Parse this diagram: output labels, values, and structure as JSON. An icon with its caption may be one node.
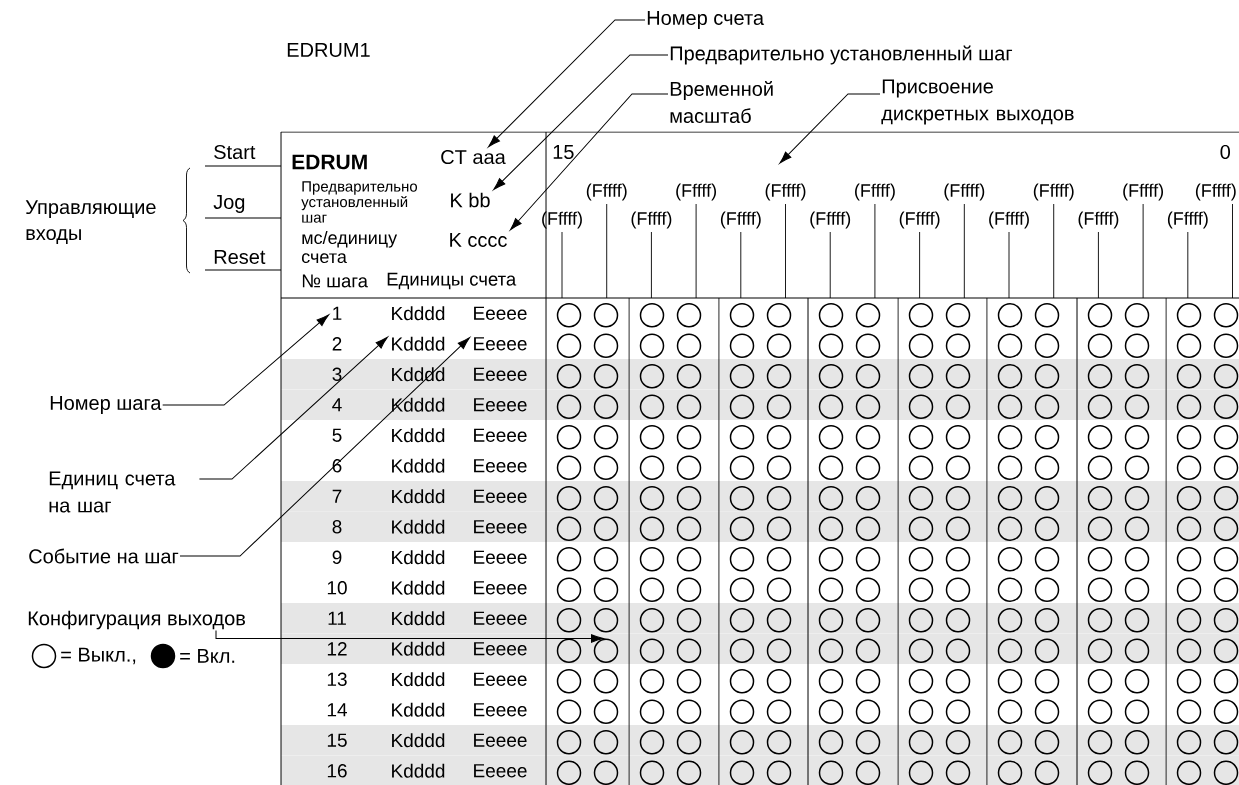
{
  "diagram": {
    "nodes": [
      {
        "text": [
          "Номер счета"
        ]
      },
      {
        "text": [
          "Предварительно установленный шаг"
        ]
      },
      {
        "text": [
          "Временной масштаб"
        ]
      },
      {
        "text": [
          "Присвоение дискретных выходов"
        ]
      },
      {
        "text": [
          "CT  aaa"
        ]
      },
      {
        "text": [
          "K bb"
        ]
      },
      {
        "text": [
          "K cccc"
        ]
      },
      {
        "text": [
          "Номер шага"
        ]
      },
      {
        "text": [
          "Единиц счета на шаг"
        ]
      },
      {
        "text": [
          "Событие на шаг"
        ]
      },
      {
        "text": [
          "Конфигурация выходов"
        ]
      },
      {
        "text": [
          "1"
        ]
      },
      {
        "text": [
          "Kdddd"
        ]
      },
      {
        "text": [
          "Eeeee"
        ]
      },
      {
        "text": [],
        "shape": "circle"
      },
      {
        "text": [],
        "shape": "circle"
      },
      {
        "text": [],
        "shape": "circle"
      },
      {
        "text": [],
        "shape": "circle"
      },
      {
        "text": [],
        "shape": "circle"
      },
      {
        "text": [],
        "shape": "circle"
      },
      {
        "text": [],
        "shape": "circle"
      },
      {
        "text": [],
        "shape": "circle"
      },
      {
        "text": [],
        "shape": "circle"
      },
      {
        "text": [],
        "shape": "circle"
      },
      {
        "text": [],
        "shape": "circle"
      },
      {
        "text": [],
        "shape": "circle"
      },
      {
        "text": [],
        "shape": "circle"
      },
      {
        "text": [],
        "shape": "circle"
      },
      {
        "text": [],
        "shape": "circle"
      },
      {
        "text": [],
        "shape": "circle"
      },
      {
        "text": [],
        "shape": "circle"
      },
      {
        "text": [],
        "shape": "circle"
      },
      {
        "text": [],
        "shape": "circle"
      },
      {
        "text": [],
        "shape": "circle"
      },
      {
        "text": [],
        "shape": "circle"
      },
      {
        "text": [],
        "shape": "circle"
      },
      {
        "text": [],
        "shape": "circle"
      },
      {
        "text": [],
        "shape": "circle"
      },
      {
        "text": [],
        "shape": "circle"
      },
      {
        "text": [],
        "shape": "circle"
      },
      {
        "text": [],
        "shape": "circle"
      },
      {
        "text": [],
        "shape": "circle"
      },
      {
        "text": [],
        "shape": "circle"
      },
      {
        "text": [],
        "shape": "circle"
      },
      {
        "text": [],
        "shape": "circle"
      },
      {
        "text": [],
        "shape": "circle"
      },
      {
        "text": [],
        "shape": "circle"
      },
      {
        "text": [],
        "shape": "circle"
      },
      {
        "text": [],
        "shape": "circle"
      },
      {
        "text": [],
        "shape": "circle"
      },
      {
        "text": [],
        "shape": "circle"
      },
      {
        "text": [],
        "shape": "circle"
      },
      {
        "text": [],
        "shape": "circle"
      },
      {
        "text": [],
        "shape": "circle"
      },
      {
        "text": [],
        "shape": "circle"
      },
      {
        "text": [],
        "shape": "circle"
      },
      {
        "text": [],
        "shape": "circle"
      },
      {
        "text": [],
        "shape": "circle"
      },
      {
        "text": [],
        "shape": "circle"
      },
      {
        "text": [],
        "shape": "circle"
      },
      {
        "text": [],
        "shape": "circle"
      },
      {
        "text": [],
        "shape": "circle"
      },
      {
        "text": [],
        "shape": "circle"
      },
      {
        "text": [],
        "shape": "circle"
      },
      {
        "text": [],
        "shape": "circle"
      },
      {
        "text": [],
        "shape": "circle"
      },
      {
        "text": [],
        "shape": "circle"
      },
      {
        "text": [],
        "shape": "circle"
      },
      {
        "text": [],
        "shape": "circle"
      },
      {
        "text": [],
        "shape": "circle"
      },
      {
        "text": [],
        "shape": "circle"
      },
      {
        "text": [],
        "shape": "circle"
      },
      {
        "text": [],
        "shape": "circle"
      },
      {
        "text": [],
        "shape": "circle"
      },
      {
        "text": [],
        "shape": "circle"
      },
      {
        "text": [],
        "shape": "circle"
      },
      {
        "text": [],
        "shape": "circle"
      },
      {
        "text": [],
        "shape": "circle"
      },
      {
        "text": [],
        "shape": "circle"
      },
      {
        "text": [],
        "shape": "circle"
      },
      {
        "text": [],
        "shape": "circle"
      },
      {
        "text": [],
        "shape": "circle"
      },
      {
        "text": [],
        "shape": "circle"
      },
      {
        "text": [],
        "shape": "circle"
      },
      {
        "text": [],
        "shape": "circle"
      },
      {
        "text": [],
        "shape": "circle"
      },
      {
        "text": [],
        "shape": "circle"
      },
      {
        "text": [],
        "shape": "circle"
      },
      {
        "text": [],
        "shape": "circle"
      },
      {
        "text": [],
        "shape": "circle"
      },
      {
        "text": [],
        "shape": "circle"
      },
      {
        "text": [],
        "shape": "circle"
      },
      {
        "text": [],
        "shape": "circle"
      },
      {
        "text": [],
        "shape": "circle"
      },
      {
        "text": [],
        "shape": "circle"
      },
      {
        "text": [],
        "shape": "circle"
      },
      {
        "text": [],
        "shape": "circle"
      },
      {
        "text": [],
        "shape": "circle"
      },
      {
        "text": [],
        "shape": "circle"
      },
      {
        "text": [],
        "shape": "circle"
      },
      {
        "text": [],
        "shape": "circle"
      },
      {
        "text": [],
        "shape": "circle"
      },
      {
        "text": [],
        "shape": "circle"
      },
      {
        "text": [],
        "shape": "circle"
      },
      {
        "text": [],
        "shape": "circle"
      },
      {
        "text": [],
        "shape": "circle"
      },
      {
        "text": [],
        "shape": "circle"
      },
      {
        "text": [],
        "shape": "circle"
      },
      {
        "text": [],
        "shape": "circle"
      },
      {
        "text": [],
        "shape": "circle"
      },
      {
        "text": [],
        "shape": "circle"
      },
      {
        "text": [],
        "shape": "circle"
      },
      {
        "text": [],
        "shape": "circle"
      },
      {
        "text": [],
        "shape": "circle"
      },
      {
        "text": [],
        "shape": "circle"
      },
      {
        "text": [],
        "shape": "circle"
      },
      {
        "text": [],
        "shape": "circle"
      },
      {
        "text": [],
        "shape": "circle"
      },
      {
        "text": [],
        "shape": "circle"
      },
      {
        "text": [],
        "shape": "circle"
      },
      {
        "text": [],
        "shape": "circle"
      },
      {
        "text": [],
        "shape": "circle"
      },
      {
        "text": [],
        "shape": "circle"
      },
      {
        "text": [],
        "shape": "circle"
      },
      {
        "text": [],
        "shape": "circle"
      },
      {
        "text": [],
        "shape": "circle"
      },
      {
        "text": [],
        "shape": "circle"
      },
      {
        "text": [],
        "shape": "circle"
      },
      {
        "text": [],
        "shape": "circle"
      },
      {
        "text": [],
        "shape": "circle"
      },
      {
        "text": [],
        "shape": "circle"
      },
      {
        "text": [],
        "shape": "circle"
      },
      {
        "text": [],
        "shape": "circle"
      },
      {
        "text": [],
        "shape": "circle"
      },
      {
        "text": [],
        "shape": "circle"
      },
      {
        "text": [],
        "shape": "circle"
      },
      {
        "text": [],
        "shape": "circle"
      },
      {
        "text": [],
        "shape": "circle"
      },
      {
        "text": [],
        "shape": "circle"
      },
      {
        "text": [],
        "shape": "circle"
      },
      {
        "text": [],
        "shape": "circle"
      },
      {
        "text": [],
        "shape": "circle"
      },
      {
        "text": [],
        "shape": "circle"
      },
      {
        "text": [],
        "shape": "circle"
      },
      {
        "text": [],
        "shape": "circle"
      },
      {
        "text": [],
        "shape": "circle"
      },
      {
        "text": [],
        "shape": "circle"
      },
      {
        "text": [],
        "shape": "circle"
      },
      {
        "text": [],
        "shape": "circle"
      },
      {
        "text": [],
        "shape": "circle"
      },
      {
        "text": [],
        "shape": "circle"
      },
      {
        "text": [],
        "shape": "circle"
      },
      {
        "text": [],
        "shape": "circle"
      },
      {
        "text": [],
        "shape": "circle"
      },
      {
        "text": [],
        "shape": "circle"
      },
      {
        "text": [],
        "shape": "circle"
      },
      {
        "text": [],
        "shape": "circle"
      },
      {
        "text": [],
        "shape": "circle"
      },
      {
        "text": [],
        "shape": "circle"
      },
      {
        "text": [],
        "shape": "circle"
      },
      {
        "text": [],
        "shape": "circle"
      },
      {
        "text": [],
        "shape": "circle"
      },
      {
        "text": [],
        "shape": "circle"
      },
      {
        "text": [],
        "shape": "circle"
      },
      {
        "text": [],
        "shape": "circle"
      },
      {
        "text": [],
        "shape": "circle"
      },
      {
        "text": [],
        "shape": "circle"
      },
      {
        "text": [],
        "shape": "circle"
      },
      {
        "text": [],
        "shape": "circle"
      },
      {
        "text": [],
        "shape": "circle"
      },
      {
        "text": [],
        "shape": "circle"
      },
      {
        "text": [],
        "shape": "circle"
      },
      {
        "text": [],
        "shape": "circle"
      },
      {
        "text": [],
        "shape": "circle"
      },
      {
        "text": [],
        "shape": "circle"
      },
      {
        "text": [],
        "shape": "circle"
      },
      {
        "text": [],
        "shape": "circle"
      },
      {
        "text": [],
        "shape": "circle"
      },
      {
        "text": [],
        "shape": "circle"
      },
      {
        "text": [],
        "shape": "circle"
      },
      {
        "text": [],
        "shape": "circle"
      },
      {
        "text": [],
        "shape": "circle"
      },
      {
        "text": [],
        "shape": "circle"
      },
      {
        "text": [],
        "shape": "circle"
      },
      {
        "text": [],
        "shape": "circle"
      },
      {
        "text": [],
        "shape": "circle"
      },
      {
        "text": [],
        "shape": "circle"
      },
      {
        "text": [],
        "shape": "circle"
      },
      {
        "text": [],
        "shape": "circle"
      },
      {
        "text": [],
        "shape": "circle"
      },
      {
        "text": [],
        "shape": "circle"
      },
      {
        "text": [],
        "shape": "circle"
      },
      {
        "text": [],
        "shape": "circle"
      },
      {
        "text": [],
        "shape": "circle"
      },
      {
        "text": [],
        "shape": "circle"
      },
      {
        "text": [],
        "shape": "circle"
      },
      {
        "text": [],
        "shape": "circle"
      },
      {
        "text": [],
        "shape": "circle"
      },
      {
        "text": [],
        "shape": "circle"
      },
      {
        "text": [],
        "shape": "circle"
      },
      {
        "text": [],
        "shape": "circle"
      },
      {
        "text": [],
        "shape": "circle"
      },
      {
        "text": [],
        "shape": "circle"
      },
      {
        "text": [],
        "shape": "circle"
      },
      {
        "text": [],
        "shape": "circle"
      },
      {
        "text": [],
        "shape": "circle"
      },
      {
        "text": [],
        "shape": "circle"
      },
      {
        "text": [],
        "shape": "circle"
      },
      {
        "text": [],
        "shape": "circle"
      },
      {
        "text": [],
        "shape": "circle"
      },
      {
        "text": [],
        "shape": "circle"
      },
      {
        "text": [],
        "shape": "circle"
      },
      {
        "text": [],
        "shape": "circle"
      },
      {
        "text": [],
        "shape": "circle"
      },
      {
        "text": [],
        "shape": "circle"
      },
      {
        "text": [],
        "shape": "circle"
      },
      {
        "text": [],
        "shape": "circle"
      },
      {
        "text": [],
        "shape": "circle"
      },
      {
        "text": [],
        "shape": "circle"
      },
      {
        "text": [],
        "shape": "circle"
      },
      {
        "text": [],
        "shape": "circle"
      },
      {
        "text": [],
        "shape": "circle"
      },
      {
        "text": [],
        "shape": "circle"
      },
      {
        "text": [],
        "shape": "circle"
      },
      {
        "text": [],
        "shape": "circle"
      },
      {
        "text": [],
        "shape": "circle"
      },
      {
        "text": [],
        "shape": "circle"
      },
      {
        "text": [],
        "shape": "circle"
      },
      {
        "text": [],
        "shape": "circle"
      },
      {
        "text": [],
        "shape": "circle"
      },
      {
        "text": [],
        "shape": "circle"
      },
      {
        "text": [],
        "shape": "circle"
      },
      {
        "text": [],
        "shape": "circle"
      },
      {
        "text": [],
        "shape": "circle"
      },
      {
        "text": [],
        "shape": "circle"
      },
      {
        "text": [],
        "shape": "circle"
      },
      {
        "text": [],
        "shape": "circle"
      },
      {
        "text": [],
        "shape": "circle"
      },
      {
        "text": [],
        "shape": "circle"
      },
      {
        "text": [],
        "shape": "circle"
      },
      {
        "text": [],
        "shape": "circle"
      },
      {
        "text": [],
        "shape": "circle"
      },
      {
        "text": [],
        "shape": "circle"
      },
      {
        "text": [],
        "shape": "circle"
      },
      {
        "text": [],
        "shape": "circle"
      },
      {
        "text": [],
        "shape": "circle"
      },
      {
        "text": [],
        "shape": "circle"
      },
      {
        "text": [],
        "shape": "circle"
      },
      {
        "text": [],
        "shape": "circle"
      },
      {
        "text": [],
        "shape": "circle"
      },
      {
        "text": [],
        "shape": "circle"
      },
      {
        "text": [],
        "shape": "circle"
      },
      {
        "text": [],
        "shape": "circle"
      },
      {
        "text": [],
        "shape": "circle"
      },
      {
        "text": [],
        "shape": "circle"
      },
      {
        "text": [],
        "shape": "circle"
      },
      {
        "text": [],
        "shape": "circle"
      },
      {
        "text": [],
        "shape": "circle"
      },
      {
        "text": [],
        "shape": "circle"
      },
      {
        "text": [],
        "shape": "circle"
      },
      {
        "text": [],
        "shape": "circle"
      },
      {
        "text": [],
        "shape": "circle"
      },
      {
        "text": [],
        "shape": "circle"
      },
      {
        "text": [],
        "shape": "circle"
      },
      {
        "text": [],
        "shape": "circle"
      },
      {
        "text": [],
        "shape": "circle"
      },
      {
        "text": [],
        "shape": "circle"
      },
      {
        "text": [],
        "shape": "circle"
      },
      {
        "text": [],
        "shape": "circle"
      },
      {
        "text": [],
        "shape": "circle"
      }
    ],
    "edges": [
      {
        "from": 0,
        "to": 4,
        "arrow": "to"
      },
      {
        "from": 1,
        "to": 5,
        "arrow": "to"
      },
      {
        "from": 2,
        "to": 6,
        "arrow": "to"
      },
      {
        "from": 3,
        "to": null,
        "arrow": "to"
      },
      {
        "from": 7,
        "to": 11,
        "arrow": "to"
      },
      {
        "from": 8,
        "to": 12,
        "arrow": "to"
      },
      {
        "from": 9,
        "to": 13,
        "arrow": "to"
      },
      {
        "from": 10,
        "to": 191,
        "arrow": "to"
      }
    ],
    "labels": [
      "EDRUM1",
      "Start",
      "Jog",
      "Reset",
      "Управляющие входы",
      "EDRUM",
      "Предварительно установленный шаг",
      "мс/единицу счета",
      "№ шага",
      "Единицы счета",
      "15",
      "0",
      "(Fffff)",
      "(Fffff)",
      "(Fffff)",
      "(Fffff)",
      "(Fffff)",
      "(Fffff)",
      "(Fffff)",
      "(Fffff)",
      "(Fffff)",
      "(Fffff)",
      "(Fffff)",
      "(Fffff)",
      "(Fffff)",
      "(Fffff)",
      "(Fffff)",
      "(Fffff)",
      "Kdddd",
      "Eeeee",
      "2",
      "3",
      "Kdddd",
      "Eeeee",
      "4",
      "Kdddd",
      "Eeeee",
      "5",
      "Kdddd",
      "Eeeee",
      "6",
      "Kdddd",
      "Eeeee",
      "7",
      "Kdddd",
      "Eeeee",
      "8",
      "Kdddd",
      "Eeeee",
      "9",
      "Kdddd",
      "Eeeee",
      "10",
      "Kdddd",
      "Eeeee",
      "11",
      "Kdddd",
      "Eeeee",
      "12",
      "Kdddd",
      "Eeeee",
      "13",
      "Kdddd",
      "Eeeee",
      "14",
      "Kdddd",
      "Eeeee",
      "15",
      "Kdddd",
      "Eeeee",
      "16",
      "Kdddd",
      "Eeeee"
    ],
    "legend": [
      {
        "text": "= Выкл.,"
      },
      {
        "text": "= Вкл."
      }
    ]
  }
}
